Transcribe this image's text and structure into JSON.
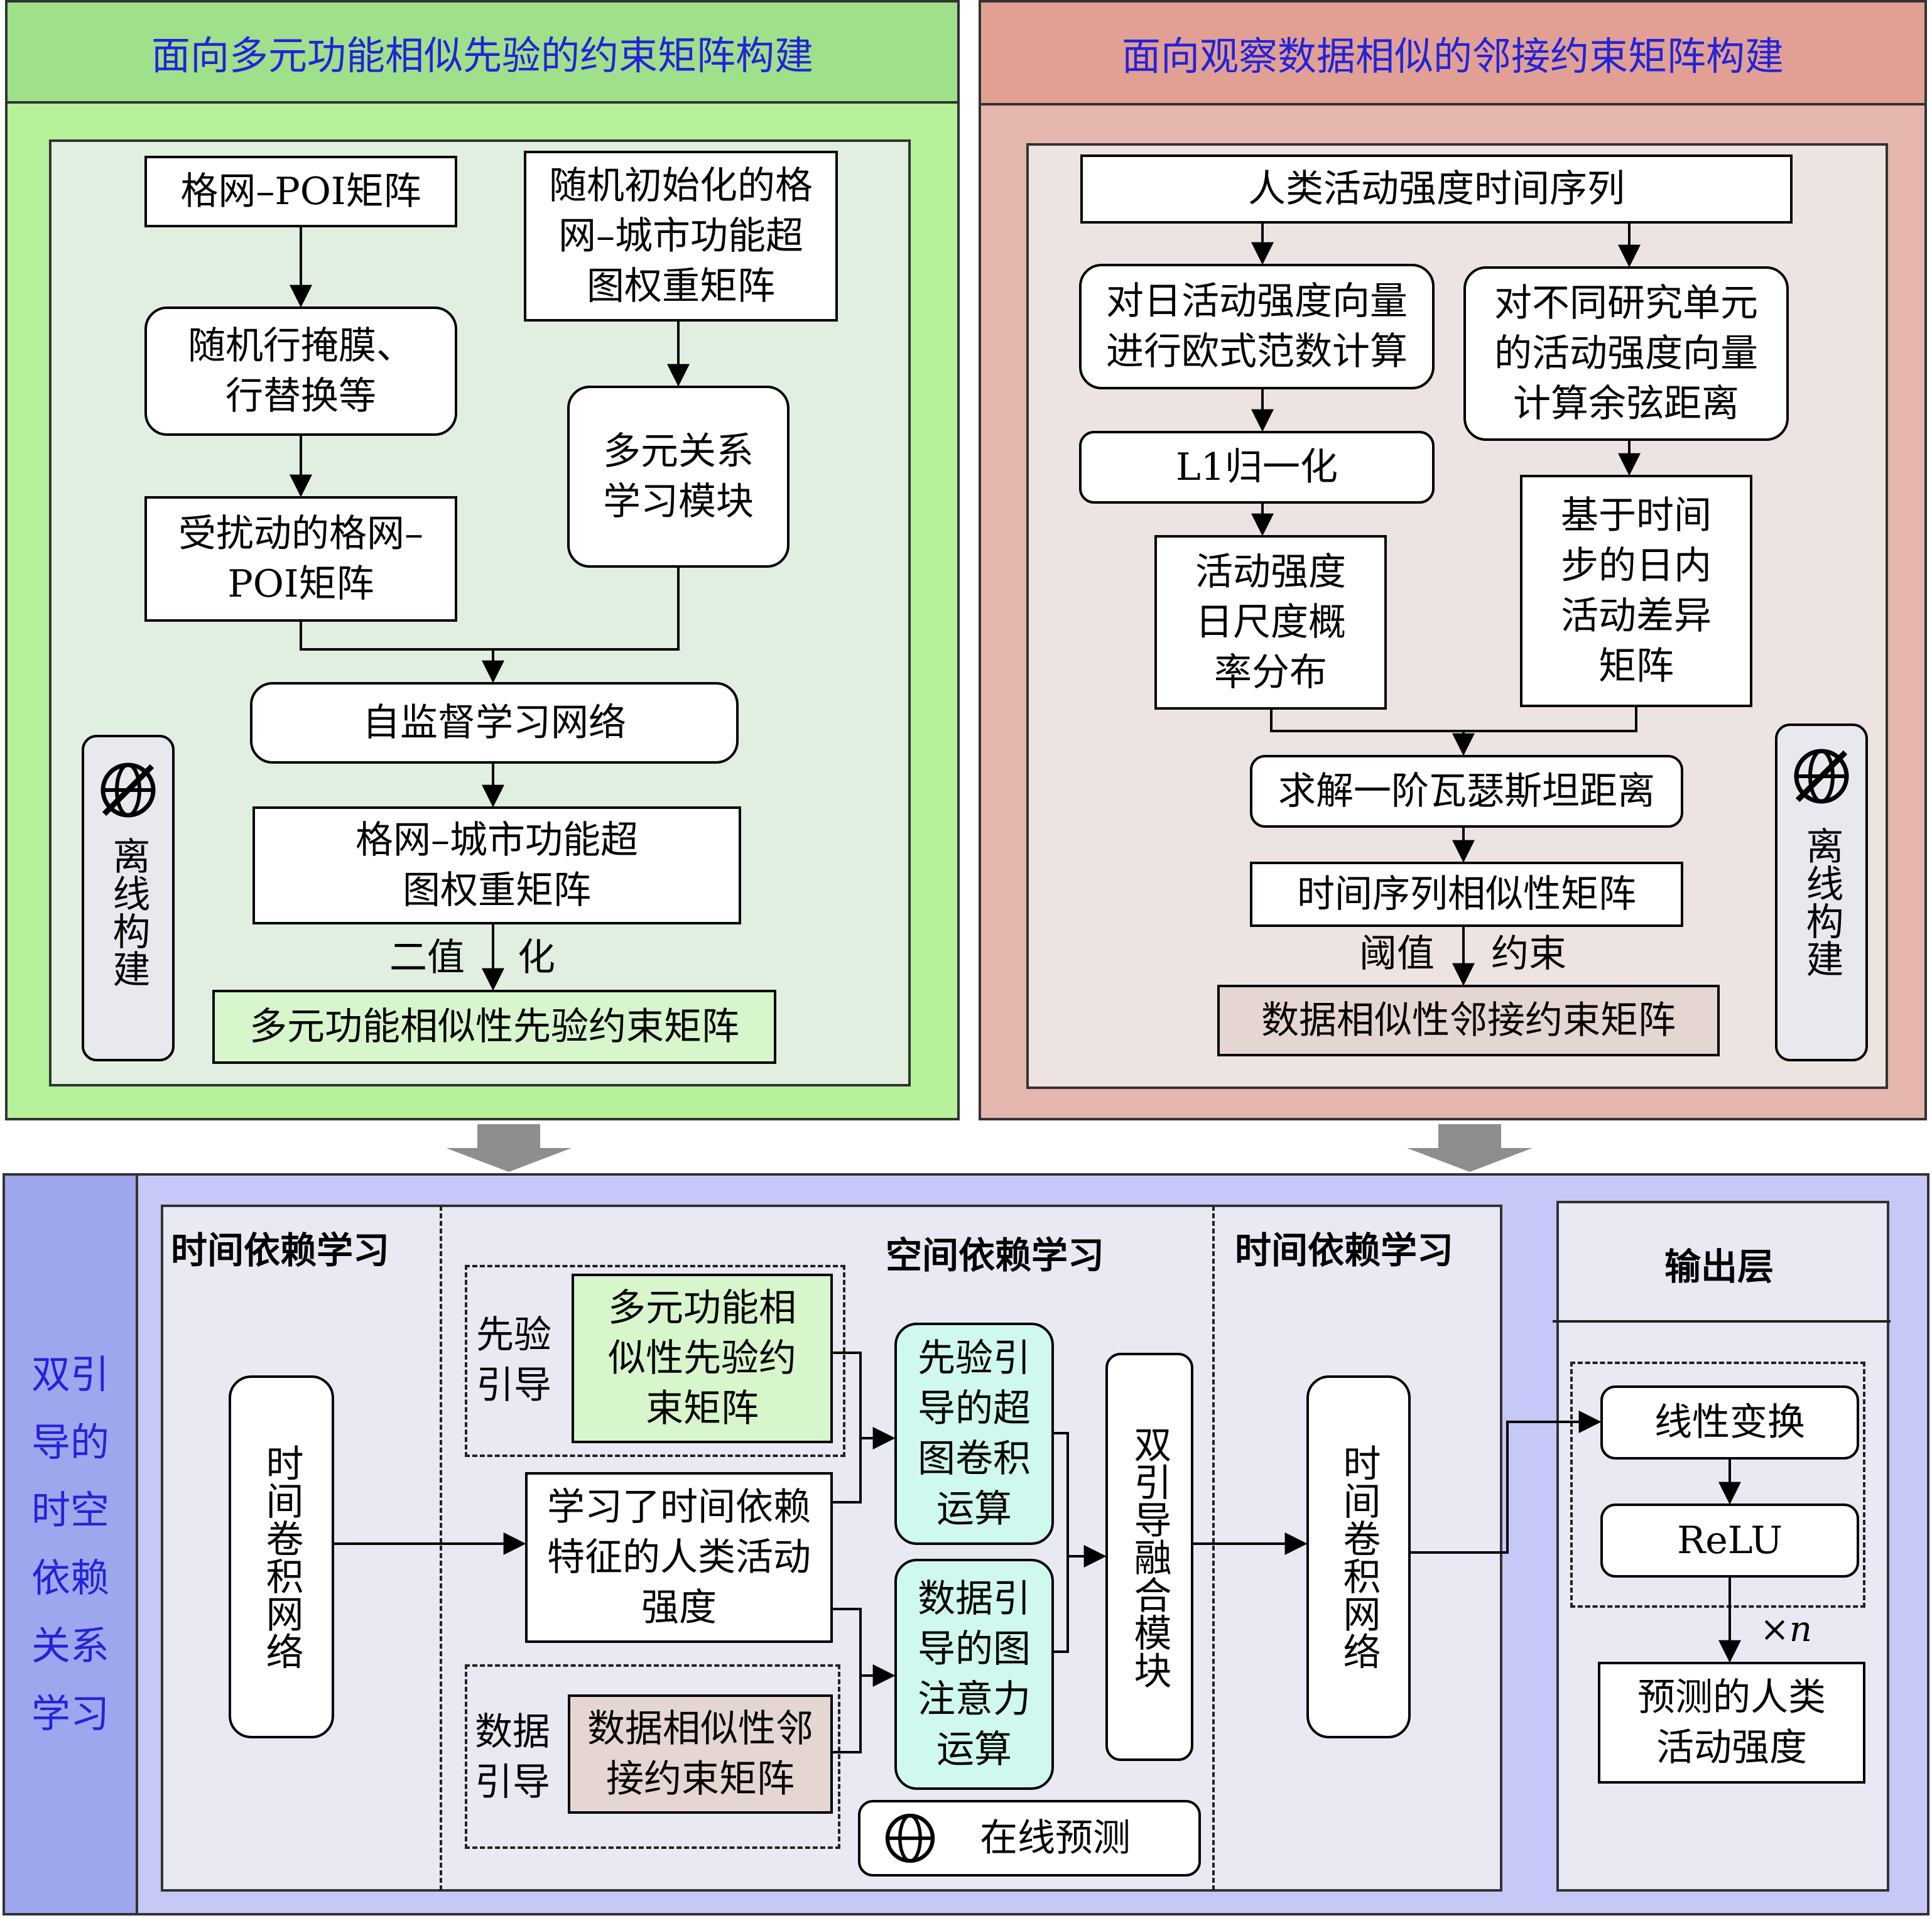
{
  "panel_left": {
    "title": "面向多元功能相似先验的约束矩阵构建",
    "grid_poi": "格网–POI矩阵",
    "random_init": "随机初始化的格网–城市功能超图权重矩阵",
    "row_mask": "随机行掩膜、行替换等",
    "multi_rel": "多元关系学习模块",
    "perturbed": "受扰动的格网–POI矩阵",
    "self_sup": "自监督学习网络",
    "hyper_weight": "格网–城市功能超图权重矩阵",
    "binarize_a": "二值",
    "binarize_b": "化",
    "prior_matrix": "多元功能相似性先验约束矩阵",
    "offline": "离线构建"
  },
  "panel_right": {
    "title": "面向观察数据相似的邻接约束矩阵构建",
    "ts": "人类活动强度时间序列",
    "euclid": "对日活动强度向量进行欧式范数计算",
    "cosine": "对不同研究单元的活动强度向量计算余弦距离",
    "l1": "L1归一化",
    "prob_dist": "活动强度日尺度概率分布",
    "diff_matrix": "基于时间步的日内活动差异矩阵",
    "wasserstein": "求解一阶瓦瑟斯坦距离",
    "sim_matrix": "时间序列相似性矩阵",
    "threshold_a": "阈值",
    "threshold_b": "约束",
    "adj_matrix": "数据相似性邻接约束矩阵",
    "offline": "离线构建"
  },
  "panel_bottom": {
    "side_title": "双引导的时空依赖关系学习",
    "sec_temporal_1": "时间依赖学习",
    "sec_spatial": "空间依赖学习",
    "sec_temporal_2": "时间依赖学习",
    "sec_output": "输出层",
    "tcn_1": "时间卷积网络",
    "prior_guide": "先验引导",
    "prior_matrix": "多元功能相似性先验约束矩阵",
    "learned": "学习了时间依赖特征的人类活动强度",
    "data_guide": "数据引导",
    "adj_matrix": "数据相似性邻接约束矩阵",
    "hyper_conv": "先验引导的超图卷积运算",
    "graph_att": "数据引导的图注意力运算",
    "fusion": "双引导融合模块",
    "online": "在线预测",
    "tcn_2": "时间卷积网络",
    "linear": "线性变换",
    "relu": "ReLU",
    "times": "×",
    "times_n": "n",
    "prediction": "预测的人类活动强度"
  },
  "colors": {
    "green_outer": "#b5f29a",
    "green_header": "#9fe08a",
    "green_inner": "#e1efe0",
    "green_result": "#d8f6cc",
    "red_outer": "#e5b6ae",
    "red_header": "#e2a095",
    "red_inner": "#ede3e1",
    "red_result": "#e6d6d2",
    "blue_outer": "#c6c9f7",
    "blue_side": "#9ea6ee",
    "blue_inner": "#e8e9f3",
    "teal_box": "#cff8ee",
    "title_blue": "#2323d8"
  },
  "icons": [
    "offline-icon",
    "offline-icon",
    "globe-icon",
    "arrow-down-icon"
  ]
}
